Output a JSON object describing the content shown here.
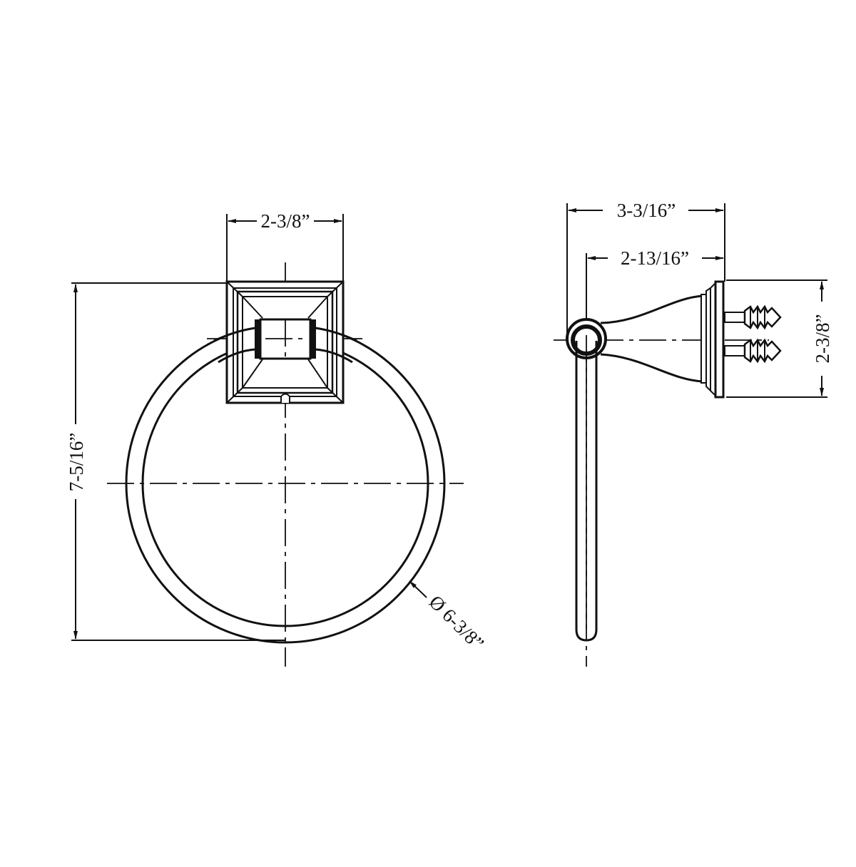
{
  "drawing": {
    "title": "Towel ring technical drawing",
    "colors": {
      "line": "#111111",
      "background": "#ffffff"
    },
    "front_view": {
      "plate_width_label": "2-3/8”",
      "overall_height_label": "7-5/16”",
      "ring_diameter_label": "Ø 6-3/8”"
    },
    "side_view": {
      "overall_depth_label": "3-3/16”",
      "post_to_wall_label": "2-13/16”",
      "flange_height_label": "2-3/8”"
    }
  }
}
